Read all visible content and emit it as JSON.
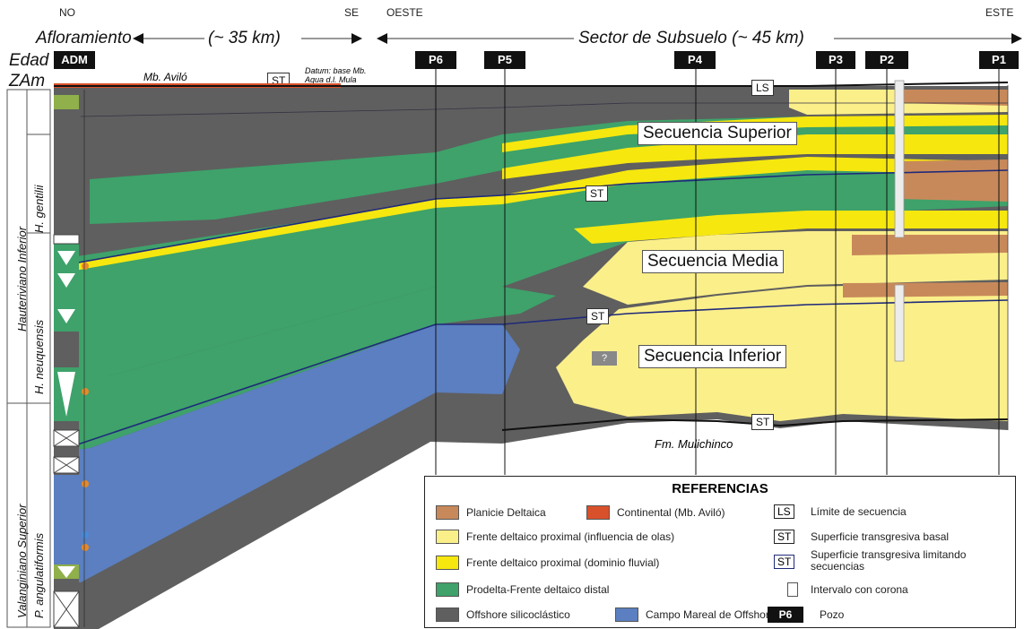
{
  "header": {
    "no": "NO",
    "se": "SE",
    "oeste": "OESTE",
    "este": "ESTE",
    "afloramiento": "Afloramiento",
    "afloramiento_dist": "(~ 35 km)",
    "subsuelo": "Sector de Subsuelo (~ 45 km)"
  },
  "left_labels": {
    "edad": "Edad",
    "zam": "ZAm",
    "mb_avilo": "Mb. Aviló",
    "datum": "Datum: base Mb. Agua d.l. Mula",
    "datum_st": "ST"
  },
  "wells": [
    "ADM",
    "P6",
    "P5",
    "P4",
    "P3",
    "P2",
    "P1"
  ],
  "ages": {
    "hauteriviano": "Hauteriviano Inferior",
    "valanginiano": "Valanginiano Superior",
    "h_gentilii": "H. gentilii",
    "h_neuquensis": "H. neuquensis",
    "p_angulatiformis": "P. angulatiformis"
  },
  "sequences": {
    "superior": "Secuencia Superior",
    "media": "Secuencia Media",
    "inferior": "Secuencia Inferior",
    "ls": "LS",
    "st1": "ST",
    "st2": "ST",
    "st3": "ST",
    "question": "?",
    "fm_mulichinco": "Fm. Mulichinco"
  },
  "legend": {
    "title": "REFERENCIAS",
    "items": [
      {
        "label": "Planicie Deltaica",
        "color": "#c8895a"
      },
      {
        "label": "Continental (Mb. Aviló)",
        "color": "#d9512a"
      },
      {
        "label": "Frente deltaico proximal (influencia de olas)",
        "color": "#fbef8a"
      },
      {
        "label": "Frente deltaico proximal (dominio fluvial)",
        "color": "#f6e70f"
      },
      {
        "label": "Prodelta-Frente deltaico distal",
        "color": "#3ea26a"
      },
      {
        "label": "Offshore silicoclástico",
        "color": "#5f5f5f"
      },
      {
        "label": "Campo Mareal de Offshore",
        "color": "#5b7fc0"
      }
    ],
    "symbols": [
      {
        "sym": "LS",
        "label": "Límite de secuencia"
      },
      {
        "sym": "ST",
        "label": "Superficie transgresiva basal"
      },
      {
        "sym": "ST",
        "label": "Superficie transgresiva limitando secuencias"
      },
      {
        "sym": "",
        "label": "Intervalo con corona"
      },
      {
        "sym": "P6",
        "label": "Pozo"
      }
    ]
  },
  "colors": {
    "offshore": "#5f5f5f",
    "prodelta": "#3ea26a",
    "yellow_fluvial": "#f6e70f",
    "yellow_wave": "#fbef8a",
    "planicie": "#c8895a",
    "continental": "#d9512a",
    "mareal": "#5b7fc0"
  }
}
